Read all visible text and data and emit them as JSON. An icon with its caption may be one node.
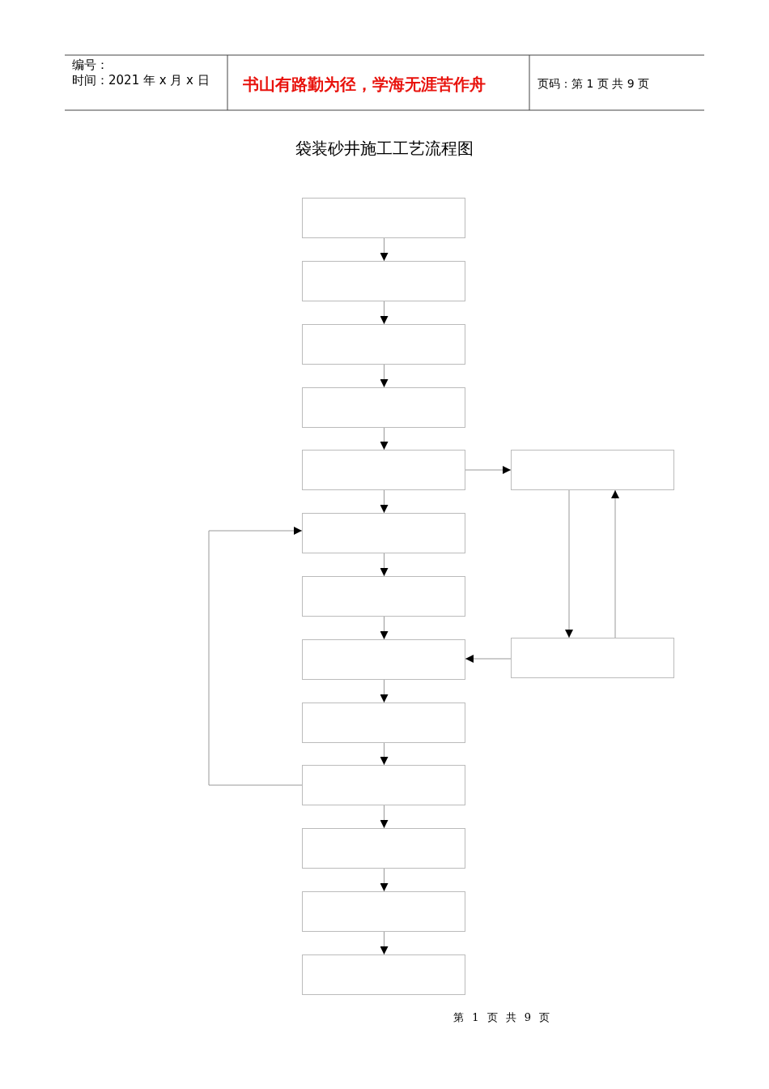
{
  "diagram": {
    "title": "袋装砂井施工工艺流程图",
    "nodes": [
      {
        "text": [],
        "shape": "box"
      },
      {
        "text": [],
        "shape": "box"
      },
      {
        "text": [],
        "shape": "box"
      },
      {
        "text": [],
        "shape": "box"
      },
      {
        "text": [],
        "shape": "box"
      },
      {
        "text": [],
        "shape": "box"
      },
      {
        "text": [],
        "shape": "box"
      },
      {
        "text": [],
        "shape": "box"
      },
      {
        "text": [],
        "shape": "box"
      },
      {
        "text": [],
        "shape": "box"
      },
      {
        "text": [],
        "shape": "box"
      },
      {
        "text": [],
        "shape": "box"
      },
      {
        "text": [],
        "shape": "box"
      },
      {
        "text": [],
        "shape": "box"
      },
      {
        "text": [],
        "shape": "box"
      }
    ],
    "edges": [
      {
        "from": 0,
        "to": 1,
        "arrow": "to"
      },
      {
        "from": 1,
        "to": 2,
        "arrow": "to"
      },
      {
        "from": 2,
        "to": 3,
        "arrow": "to"
      },
      {
        "from": 3,
        "to": 4,
        "arrow": "to"
      },
      {
        "from": 4,
        "to": 5,
        "arrow": "to"
      },
      {
        "from": 4,
        "to": 6,
        "arrow": "to"
      },
      {
        "from": 6,
        "to": 7,
        "arrow": "to"
      },
      {
        "from": 7,
        "to": 8,
        "arrow": "to"
      },
      {
        "from": 5,
        "to": 9,
        "arrow": "to"
      },
      {
        "from": 9,
        "to": 5,
        "arrow": "to"
      },
      {
        "from": 9,
        "to": 8,
        "arrow": "to"
      },
      {
        "from": 8,
        "to": 10,
        "arrow": "to"
      },
      {
        "from": 10,
        "to": 11,
        "arrow": "to"
      },
      {
        "from": 11,
        "to": 6,
        "arrow": "to"
      },
      {
        "from": 11,
        "to": 12,
        "arrow": "to"
      },
      {
        "from": 12,
        "to": 13,
        "arrow": "to"
      },
      {
        "from": 13,
        "to": 14,
        "arrow": "to"
      }
    ],
    "labels": [
      "编号：",
      "时间：2021 年 x 月 x 日",
      "书山有路勤为径，学海无涯苦作舟",
      "页码：第 1 页 共 9 页",
      "第 1 页 共 9 页"
    ]
  }
}
